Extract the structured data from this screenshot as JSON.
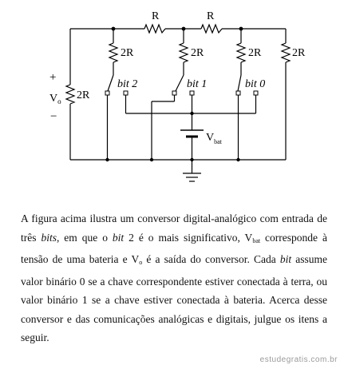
{
  "circuit": {
    "series_resistors": [
      "R",
      "R"
    ],
    "branch_resistor_label": "2R",
    "output_resistor_label": "2R",
    "switches": [
      "bit 2",
      "bit 1",
      "bit 0"
    ],
    "output_plus": "+",
    "output_minus": "−",
    "output_label_main": "V",
    "output_label_sub": "o",
    "battery_label_main": "V",
    "battery_label_sub": "bat"
  },
  "text": {
    "p1": "A figura acima ilustra um conversor digital-analógico com entrada de três ",
    "bits_word": "bits",
    "p2": ", em que o ",
    "bit_word": "bit",
    "p3": " 2 é o mais significativo, V",
    "vbat_sub": "bat",
    "p4": " corresponde à tensão de uma bateria e V",
    "vo_sub": "o",
    "p5": " é a saída do conversor. Cada ",
    "bit_word2": "bit",
    "p6": " assume valor binário 0 se a chave correspondente estiver conectada à terra, ou valor binário 1 se a chave estiver conectada à bateria. Acerca desse conversor e das comunicações analógicas e digitais, julgue os itens a seguir."
  },
  "watermark": "estudegratis.com.br"
}
